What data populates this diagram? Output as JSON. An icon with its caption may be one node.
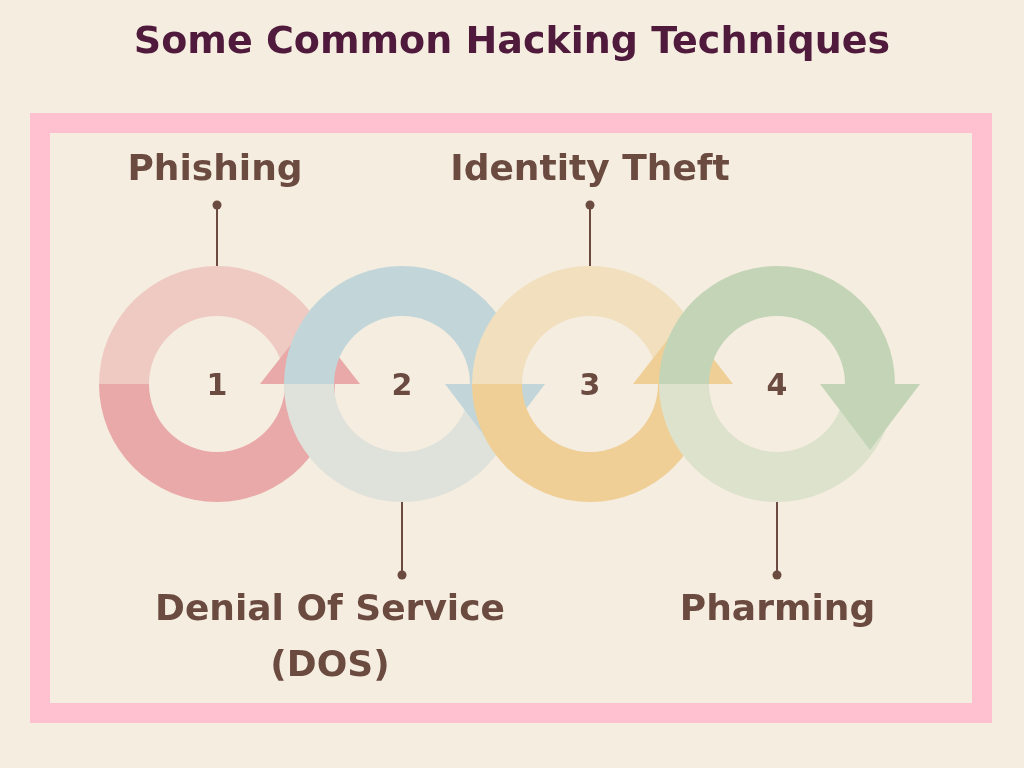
{
  "diagram": {
    "title": "Some Common Hacking Techniques",
    "nodes": [
      {
        "text": [
          "Phishing"
        ]
      },
      {
        "text": [
          "Identity Theft"
        ]
      },
      {
        "text": [
          "1"
        ]
      },
      {
        "text": [
          "2"
        ]
      },
      {
        "text": [
          "3"
        ]
      },
      {
        "text": [
          "4"
        ]
      },
      {
        "text": [
          "Denial Of Service (DOS)"
        ]
      },
      {
        "text": [
          "Pharming"
        ]
      }
    ],
    "edges": [
      {
        "from": 0,
        "to": 2,
        "arrow": "other"
      },
      {
        "from": 1,
        "to": 4,
        "arrow": "other"
      },
      {
        "from": 6,
        "to": 3,
        "arrow": "other"
      },
      {
        "from": 7,
        "to": 5,
        "arrow": "other"
      }
    ]
  }
}
